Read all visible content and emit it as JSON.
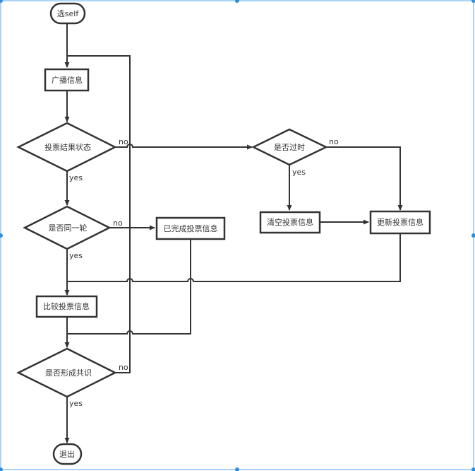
{
  "nodes": {
    "start": "选self",
    "broadcast": "广播信息",
    "vote_status": "投票结果状态",
    "same_round": "是否同一轮",
    "completed_vote": "已完成投票信息",
    "compare_vote": "比较投票信息",
    "consensus": "是否形成共识",
    "exit": "退出",
    "expired": "是否过时",
    "clear_vote": "清空投票信息",
    "update_vote": "更新投票信息"
  },
  "labels": {
    "no": "no",
    "yes": "yes"
  },
  "colors": {
    "stroke": "#333333",
    "selection": "#2b8fe0"
  }
}
